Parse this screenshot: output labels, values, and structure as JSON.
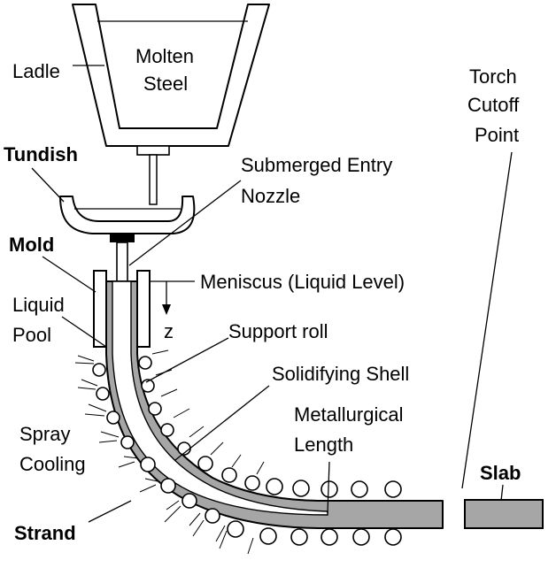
{
  "labels": {
    "ladle": "Ladle",
    "molten_steel_1": "Molten",
    "molten_steel_2": "Steel",
    "torch_1": "Torch",
    "torch_2": "Cutoff",
    "torch_3": "Point",
    "tundish": "Tundish",
    "sen_1": "Submerged Entry",
    "sen_2": "Nozzle",
    "mold": "Mold",
    "meniscus": "Meniscus (Liquid Level)",
    "liquid_1": "Liquid",
    "liquid_2": "Pool",
    "z": "z",
    "support_roll": "Support roll",
    "shell": "Solidifying Shell",
    "metal_1": "Metallurgical",
    "metal_2": "Length",
    "spray_1": "Spray",
    "spray_2": "Cooling",
    "slab": "Slab",
    "strand": "Strand"
  },
  "colors": {
    "steel_fill": "#a6a6a6",
    "liquid_fill": "#ffffff",
    "line": "#000000"
  }
}
